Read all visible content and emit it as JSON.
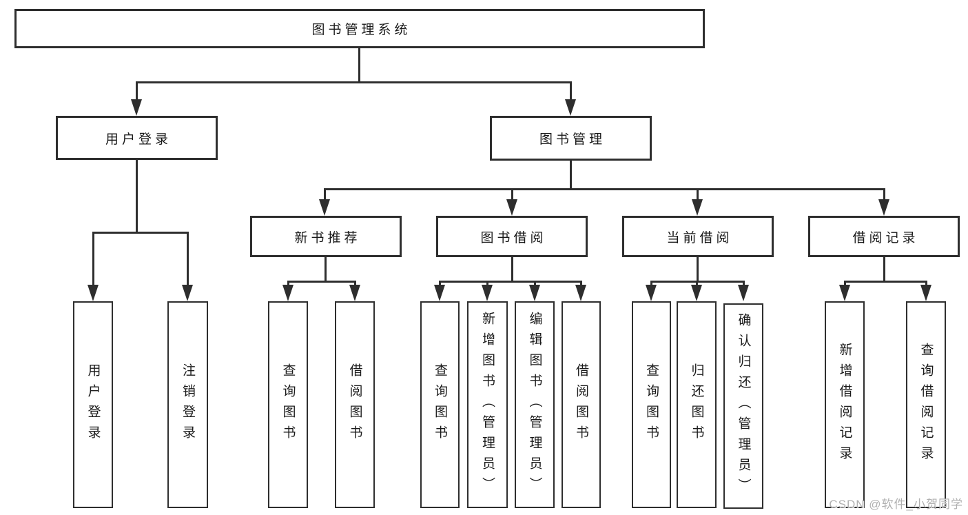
{
  "diagram": {
    "root": {
      "label": "图书管理系统"
    },
    "branches": [
      {
        "label": "用户登录",
        "children": [
          {
            "label": "用户登录"
          },
          {
            "label": "注销登录"
          }
        ]
      },
      {
        "label": "图书管理",
        "children": [
          {
            "label": "新书推荐",
            "children": [
              {
                "label": "查询图书"
              },
              {
                "label": "借阅图书"
              }
            ]
          },
          {
            "label": "图书借阅",
            "children": [
              {
                "label": "查询图书"
              },
              {
                "label": "新增图书（管理员）"
              },
              {
                "label": "编辑图书（管理员）"
              },
              {
                "label": "借阅图书"
              }
            ]
          },
          {
            "label": "当前借阅",
            "children": [
              {
                "label": "查询图书"
              },
              {
                "label": "归还图书"
              },
              {
                "label": "确认归还（管理员）"
              }
            ]
          },
          {
            "label": "借阅记录",
            "children": [
              {
                "label": "新增借阅记录"
              },
              {
                "label": "查询借阅记录"
              }
            ]
          }
        ]
      }
    ]
  },
  "watermark": {
    "text": "CSDN @软件_小贺同学"
  },
  "colors": {
    "line": "#2e2e2e",
    "text": "#1a1a1a",
    "box_background": "#ffffff",
    "background": "#ffffff",
    "watermark": "#b0b0b0"
  }
}
